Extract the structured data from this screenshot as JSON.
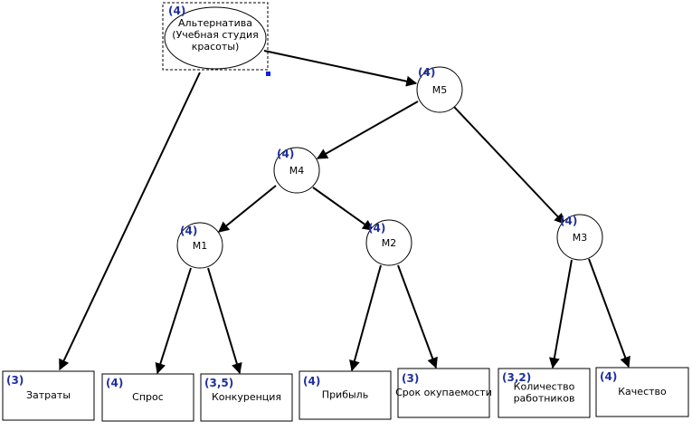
{
  "nodes": {
    "root": {
      "score": "(4)",
      "lines": [
        "Альтернатива",
        "(Учебная студия",
        "красоты)"
      ]
    },
    "m5": {
      "score": "(4)",
      "lines": [
        "M5"
      ]
    },
    "m4": {
      "score": "(4)",
      "lines": [
        "M4"
      ]
    },
    "m1": {
      "score": "(4)",
      "lines": [
        "M1"
      ]
    },
    "m2": {
      "score": "(4)",
      "lines": [
        "M2"
      ]
    },
    "m3": {
      "score": "(4)",
      "lines": [
        "M3"
      ]
    },
    "zatraty": {
      "score": "(3)",
      "lines": [
        "Затраты"
      ]
    },
    "spros": {
      "score": "(4)",
      "lines": [
        "Спрос"
      ]
    },
    "konkur": {
      "score": "(3,5)",
      "lines": [
        "Конкуренция"
      ]
    },
    "pribyl": {
      "score": "(4)",
      "lines": [
        "Прибыль"
      ]
    },
    "srok": {
      "score": "(3)",
      "lines": [
        "Срок окупаемости"
      ]
    },
    "kolvo": {
      "score": "(3,2)",
      "lines": [
        "Количество",
        "работников"
      ]
    },
    "kachestvo": {
      "score": "(4)",
      "lines": [
        "Качество"
      ]
    }
  },
  "edges": [
    [
      "root",
      "m5"
    ],
    [
      "root",
      "zatraty"
    ],
    [
      "m5",
      "m4"
    ],
    [
      "m5",
      "m3"
    ],
    [
      "m4",
      "m1"
    ],
    [
      "m4",
      "m2"
    ],
    [
      "m1",
      "spros"
    ],
    [
      "m1",
      "konkur"
    ],
    [
      "m2",
      "pribyl"
    ],
    [
      "m2",
      "srok"
    ],
    [
      "m3",
      "kolvo"
    ],
    [
      "m3",
      "kachestvo"
    ]
  ]
}
